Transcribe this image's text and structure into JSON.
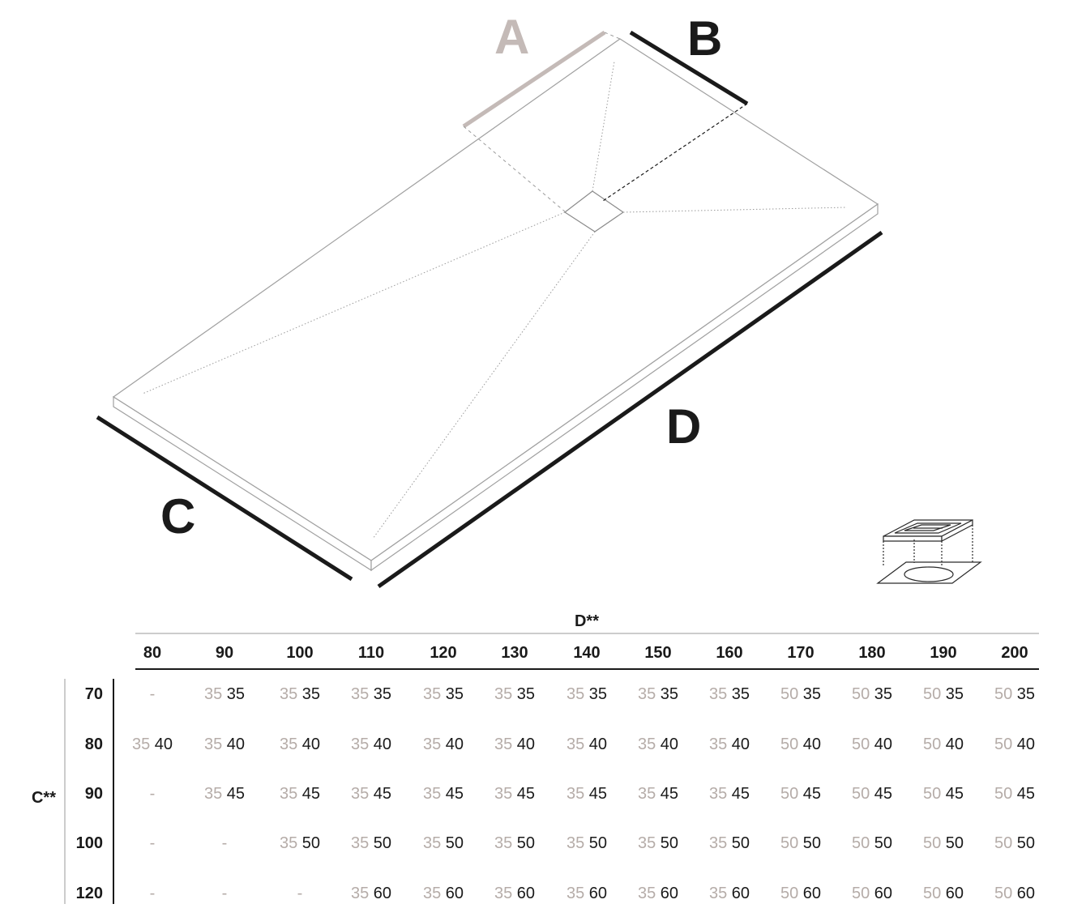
{
  "diagram": {
    "labels": {
      "a": "A",
      "b": "B",
      "c": "C",
      "d": "D"
    },
    "colors": {
      "a_line": "#c4bab7",
      "a_text": "#c4bab7",
      "dark": "#1a1a1a",
      "outline": "#9a9a9a"
    }
  },
  "table": {
    "col_header": "D**",
    "row_header": "C**",
    "columns": [
      "80",
      "90",
      "100",
      "110",
      "120",
      "130",
      "140",
      "150",
      "160",
      "170",
      "180",
      "190",
      "200"
    ],
    "rows": [
      {
        "label": "70",
        "cells": [
          "-",
          "35 35",
          "35 35",
          "35 35",
          "35 35",
          "35 35",
          "35 35",
          "35 35",
          "35 35",
          "50 35",
          "50 35",
          "50 35",
          "50 35"
        ]
      },
      {
        "label": "80",
        "cells": [
          "35 40",
          "35 40",
          "35 40",
          "35 40",
          "35 40",
          "35 40",
          "35 40",
          "35 40",
          "35 40",
          "50 40",
          "50 40",
          "50 40",
          "50 40"
        ]
      },
      {
        "label": "90",
        "cells": [
          "-",
          "35 45",
          "35 45",
          "35 45",
          "35 45",
          "35 45",
          "35 45",
          "35 45",
          "35 45",
          "50 45",
          "50 45",
          "50 45",
          "50 45"
        ]
      },
      {
        "label": "100",
        "cells": [
          "-",
          "-",
          "35 50",
          "35 50",
          "35 50",
          "35 50",
          "35 50",
          "35 50",
          "35 50",
          "50 50",
          "50 50",
          "50 50",
          "50 50"
        ]
      },
      {
        "label": "120",
        "cells": [
          "-",
          "-",
          "-",
          "35 60",
          "35 60",
          "35 60",
          "35 60",
          "35 60",
          "35 60",
          "50 60",
          "50 60",
          "50 60",
          "50 60"
        ]
      }
    ],
    "colors": {
      "first_value": "#b5aca8",
      "second_value": "#1a1a1a"
    }
  }
}
